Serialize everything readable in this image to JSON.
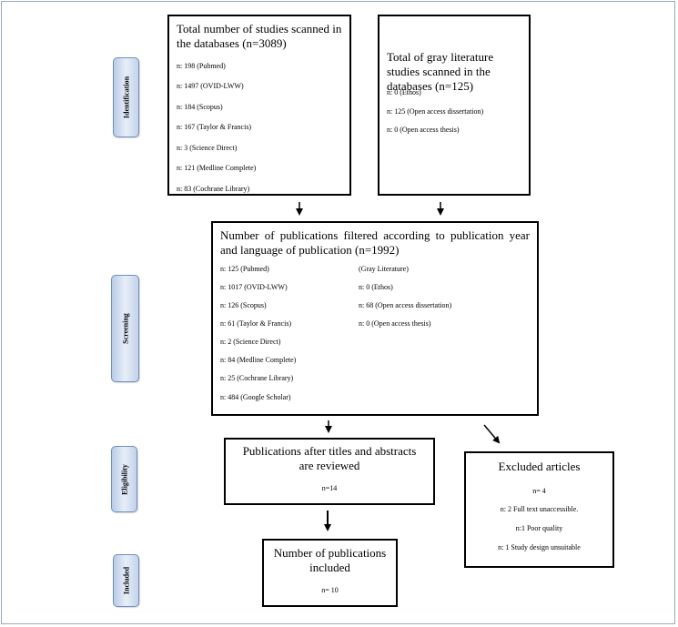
{
  "stages": [
    "Identification",
    "Screening",
    "Eligibility",
    "Included"
  ],
  "identification_db": {
    "title": "Total number of studies scanned in the databases (n=3089)",
    "items": [
      "n: 198 (Pubmed)",
      "n: 1497 (OVID-LWW)",
      "n: 184  (Scopus)",
      "n: 167  (Taylor & Francis)",
      "n: 3 (Science Direct)",
      "n: 121 (Medline Complete)",
      "n: 83 (Cochrane Library)"
    ]
  },
  "identification_gray": {
    "title": "Total of gray literature studies scanned in the databases (n=125)",
    "items": [
      "n: 0 (Ethos)",
      "n: 125 (Open access dissertation)",
      "n: 0 (Open access thesis)"
    ]
  },
  "screening": {
    "title": "Number of publications filtered according to publication year and language of publication (n=1992)",
    "left_items": [
      "n: 125 (Pubmed)",
      " n: 1017 (OVID-LWW)",
      "n: 126 (Scopus)",
      "n: 61 (Taylor & Francis)",
      "n: 2 (Science Direct)",
      "n: 84 (Medline Complete)",
      "n: 25 (Cochrane Library)",
      " n: 484 (Google Scholar)"
    ],
    "right_items": [
      "(Gray Literature)",
      "  n: 0 (Ethos)",
      "n: 68 (Open access dissertation)",
      "n: 0 (Open access thesis)"
    ]
  },
  "eligibility": {
    "title": "Publications after titles and abstracts are reviewed",
    "count": "n=14"
  },
  "excluded": {
    "title": "Excluded articles",
    "items": [
      "n= 4",
      "n: 2 Full text unaccessible.",
      "n:1 Poor quality",
      "n: 1 Study design unsuitable"
    ]
  },
  "included": {
    "title": "Number of publications included",
    "count": "n= 10"
  }
}
